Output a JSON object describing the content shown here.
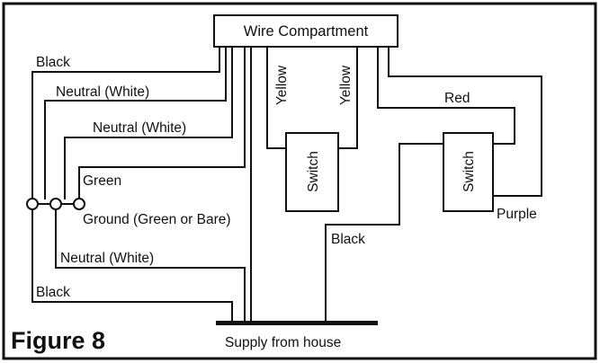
{
  "diagram": {
    "compartment_label": "Wire Compartment",
    "switch_left_label": "Switch",
    "switch_right_label": "Switch",
    "wire_labels": {
      "black_top": "Black",
      "neutral_1": "Neutral (White)",
      "neutral_2": "Neutral (White)",
      "green": "Green",
      "ground": "Ground (Green or Bare)",
      "neutral_bottom": "Neutral (White)",
      "black_bottom": "Black",
      "yellow_left": "Yellow",
      "yellow_right": "Yellow",
      "red": "Red",
      "purple": "Purple",
      "black_switch": "Black"
    },
    "supply_label": "Supply from house",
    "figure_label": "Figure 8"
  }
}
